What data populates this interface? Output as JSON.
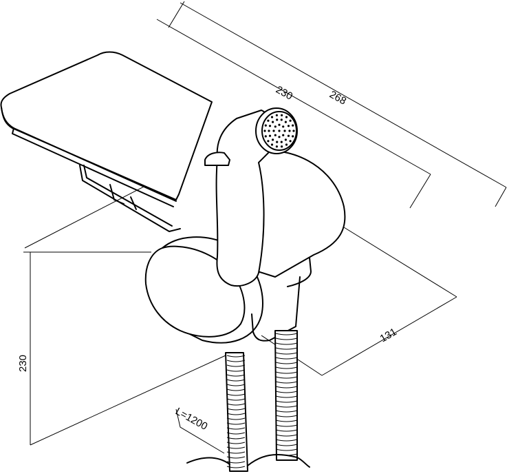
{
  "dimensions": {
    "depth_shelf": "230",
    "depth_total": "268",
    "height": "230",
    "width": "131",
    "hose_length": "L=1200"
  },
  "colors": {
    "line": "#000000",
    "background": "#ffffff"
  }
}
